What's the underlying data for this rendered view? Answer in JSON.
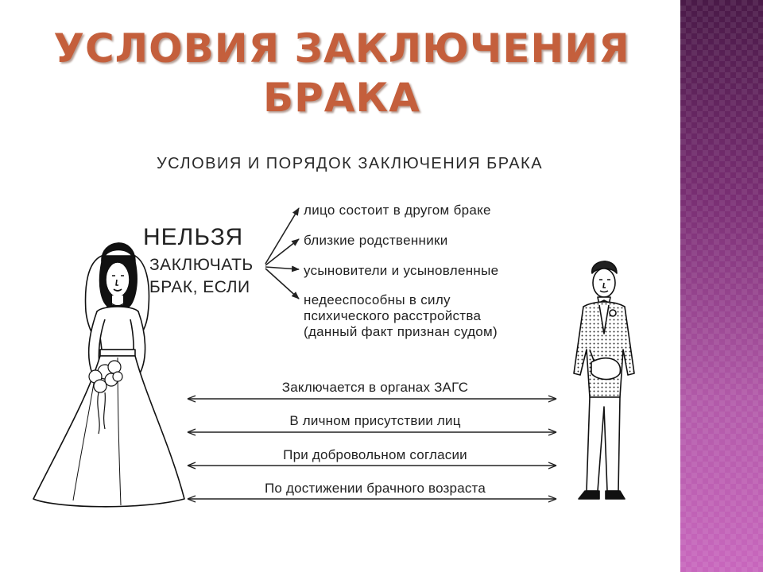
{
  "title": {
    "line1": "УСЛОВИЯ ЗАКЛЮЧЕНИЯ",
    "line2": "БРАКА"
  },
  "subtitle": "УСЛОВИЯ И ПОРЯДОК ЗАКЛЮЧЕНИЯ БРАКА",
  "prohibition": {
    "word1": "НЕЛЬЗЯ",
    "word2": "ЗАКЛЮЧАТЬ",
    "word3": "БРАК, ЕСЛИ",
    "items": [
      "лицо состоит в другом браке",
      "близкие родственники",
      "усыновители и усыновленные",
      "недееспособны в силу",
      "психического расстройства",
      "(данный факт признан судом)"
    ]
  },
  "rules": [
    "Заключается в органах ЗАГС",
    "В личном присутствии лиц",
    "При добровольном согласии",
    "По достижении брачного возраста"
  ],
  "colors": {
    "title": "#c45f3c",
    "side_panel_top": "#4a1a48",
    "side_panel_bottom": "#c867bd"
  },
  "figures": [
    "bride-illustration",
    "groom-illustration"
  ]
}
